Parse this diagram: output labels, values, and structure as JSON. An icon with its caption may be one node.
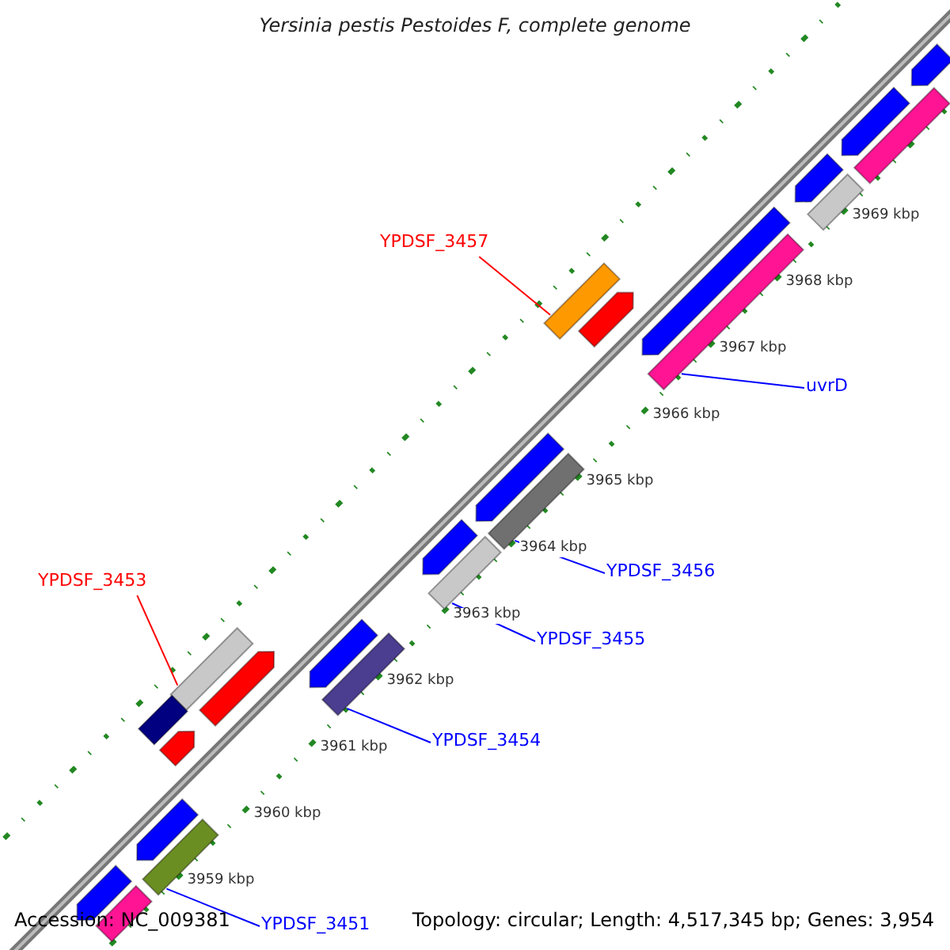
{
  "diagram": {
    "title": "Yersinia pestis Pestoides F, complete genome",
    "nodes": [
      {
        "text": [
          "YPDSF_3457"
        ]
      },
      {
        "text": [],
        "shape": "bar"
      },
      {
        "text": [
          "YPDSF_3453"
        ]
      },
      {
        "text": [],
        "shape": "bar"
      },
      {
        "text": [
          "uvrD"
        ]
      },
      {
        "text": [],
        "shape": "bar"
      },
      {
        "text": [
          "YPDSF_3456"
        ]
      },
      {
        "text": [],
        "shape": "bar"
      },
      {
        "text": [
          "YPDSF_3455"
        ]
      },
      {
        "text": [],
        "shape": "bar"
      },
      {
        "text": [
          "YPDSF_3454"
        ]
      },
      {
        "text": [],
        "shape": "bar"
      },
      {
        "text": [
          "YPDSF_3451"
        ]
      },
      {
        "text": [],
        "shape": "bar"
      },
      {
        "text": [],
        "shape": "pentagon"
      },
      {
        "text": [],
        "shape": "bar"
      },
      {
        "text": [],
        "shape": "pentagon"
      },
      {
        "text": [],
        "shape": "bar"
      },
      {
        "text": [],
        "shape": "pentagon"
      },
      {
        "text": [],
        "shape": "pentagon"
      },
      {
        "text": [],
        "shape": "pentagon"
      },
      {
        "text": [],
        "shape": "pentagon"
      },
      {
        "text": [],
        "shape": "pentagon"
      },
      {
        "text": [],
        "shape": "pentagon"
      },
      {
        "text": [],
        "shape": "pentagon"
      },
      {
        "text": [],
        "shape": "pentagon"
      },
      {
        "text": [],
        "shape": "bar"
      },
      {
        "text": [],
        "shape": "pentagon"
      },
      {
        "text": [],
        "shape": "bar"
      },
      {
        "text": [],
        "shape": "pentagon"
      }
    ],
    "edges": [
      {
        "from": 0,
        "to": 1,
        "arrow": "none",
        "color": "#ff0000"
      },
      {
        "from": 2,
        "to": 3,
        "arrow": "none",
        "color": "#ff0000"
      },
      {
        "from": 4,
        "to": 5,
        "arrow": "none"
      },
      {
        "from": 6,
        "to": 7,
        "arrow": "none"
      },
      {
        "from": 8,
        "to": 9,
        "arrow": "none"
      },
      {
        "from": 10,
        "to": 11,
        "arrow": "none"
      },
      {
        "from": 12,
        "to": 13,
        "arrow": "none"
      }
    ],
    "labels": [
      "3959 kbp",
      "3960 kbp",
      "3961 kbp",
      "3962 kbp",
      "3963 kbp",
      "3964 kbp",
      "3965 kbp",
      "3966 kbp",
      "3967 kbp",
      "3968 kbp",
      "3969 kbp",
      "Accession: NC_009381",
      "Topology: circular; Length: 4,517,345 bp; Genes: 3,954"
    ]
  }
}
